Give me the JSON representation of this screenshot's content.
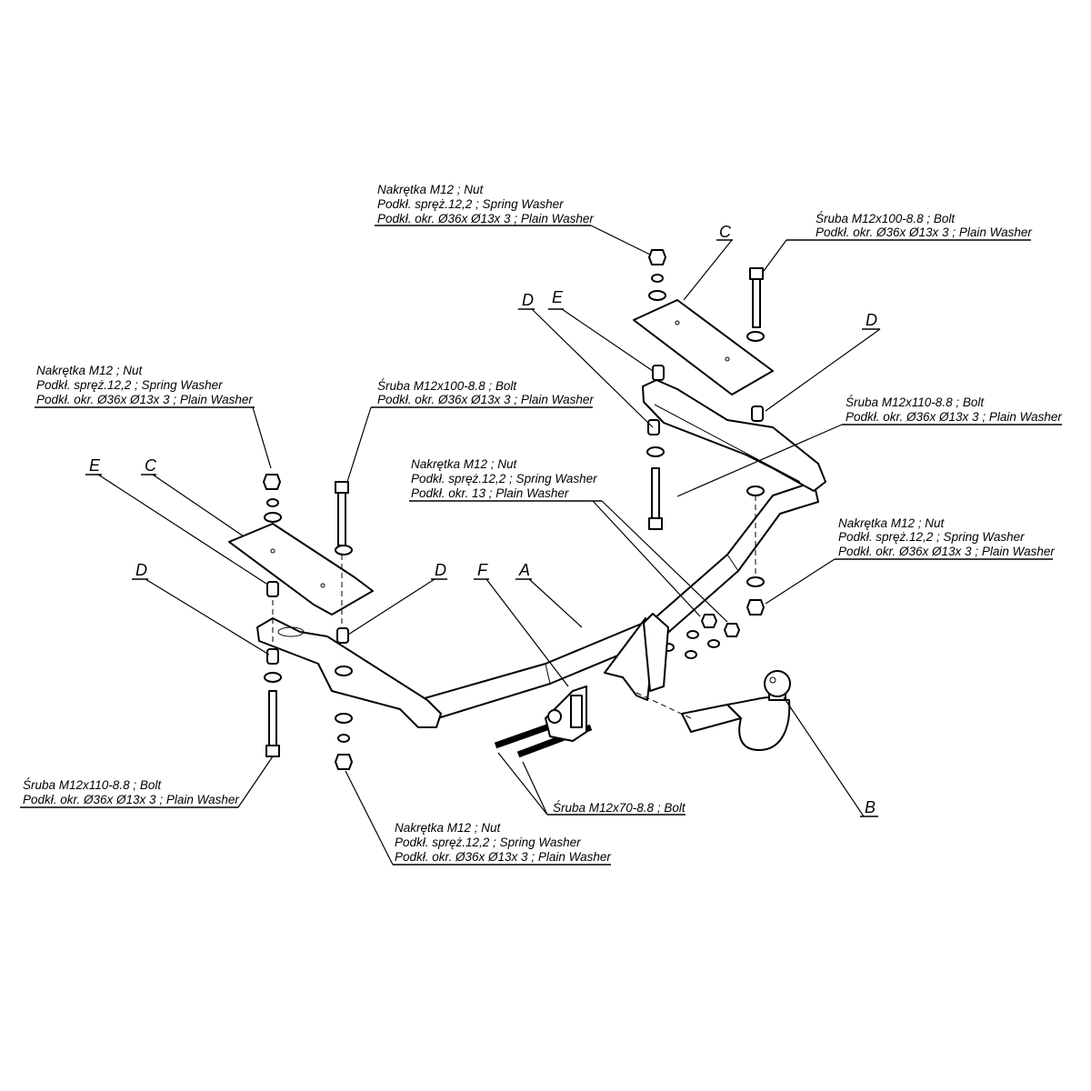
{
  "callouts": [
    {
      "lines": [
        "Nakrętka  M12 ; Nut",
        "Podkł. spręż.12,2 ; Spring Washer",
        "Podkł. okr.  Ø36x Ø13x 3 ; Plain Washer"
      ]
    },
    {
      "lines": [
        "Śruba M12x100-8.8 ;  Bolt",
        "Podkł. okr.  Ø36x Ø13x 3 ; Plain Washer"
      ]
    },
    {
      "lines": [
        "Nakrętka  M12 ; Nut",
        "Podkł. spręż.12,2 ; Spring Washer",
        "Podkł. okr.  Ø36x Ø13x 3 ; Plain Washer"
      ]
    },
    {
      "lines": [
        "Śruba M12x100-8.8 ;  Bolt",
        "Podkł. okr.  Ø36x Ø13x 3 ; Plain Washer"
      ]
    },
    {
      "lines": [
        "Śruba M12x110-8.8 ;  Bolt",
        "Podkł. okr.  Ø36x Ø13x 3 ; Plain Washer"
      ]
    },
    {
      "lines": [
        "Nakrętka  M12 ; Nut",
        "Podkł. spręż.12,2 ; Spring Washer",
        "Podkł. okr. 13 ; Plain Washer"
      ]
    },
    {
      "lines": [
        "Nakrętka  M12 ; Nut",
        "Podkł. spręż.12,2 ; Spring Washer",
        "Podkł. okr.  Ø36x Ø13x 3 ; Plain Washer"
      ]
    },
    {
      "lines": [
        "Śruba M12x110-8.8 ;  Bolt",
        "Podkł. okr.  Ø36x Ø13x 3 ; Plain Washer"
      ]
    },
    {
      "lines": [
        "Nakrętka  M12 ; Nut",
        "Podkł. spręż.12,2 ; Spring Washer",
        "Podkł. okr.  Ø36x Ø13x 3 ; Plain Washer"
      ]
    },
    {
      "lines": [
        "Śruba M12x70-8.8 ;  Bolt"
      ]
    }
  ],
  "part_letters": [
    "C",
    "D",
    "D",
    "E",
    "E",
    "C",
    "D",
    "D",
    "F",
    "A",
    "B"
  ]
}
